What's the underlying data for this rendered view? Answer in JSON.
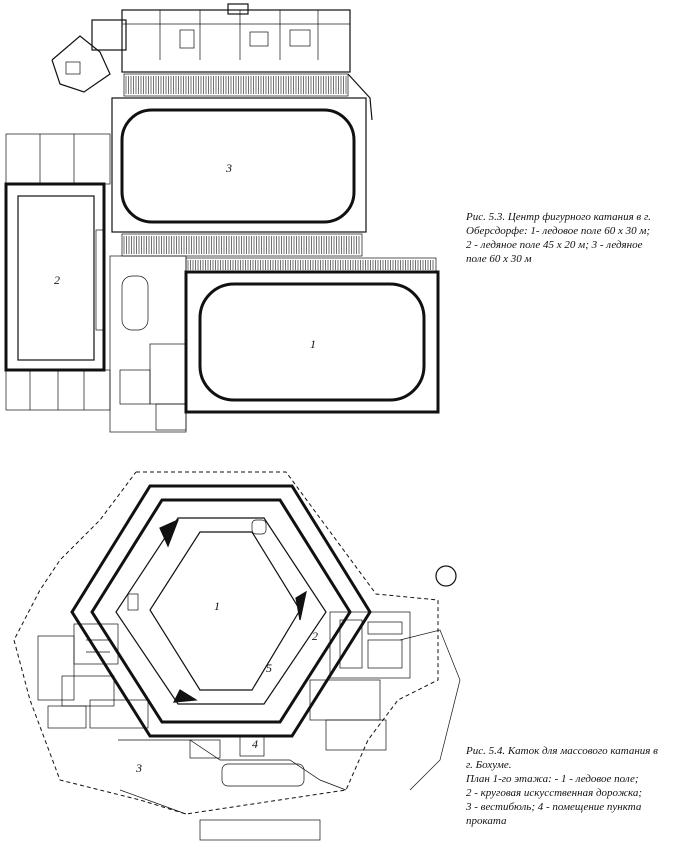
{
  "figure1": {
    "caption_lines": [
      "Рис. 5.3. Центр фигурного катания в г.",
      "Оберсдорфе: 1- ледовое поле 60 x 30 м;",
      "2 - ледяное поле 45 x 20 м; 3 - ледяное",
      "поле 60 x 30 м"
    ],
    "labels": [
      "1",
      "2",
      "3"
    ]
  },
  "figure2": {
    "caption_lines": [
      "Рис. 5.4. Каток для массового катания в",
      "г. Бохуме.",
      "План 1-го этажа: - 1 - ледовое поле;",
      "2 - круговая искусственная дорожка;",
      "3 - вестибюль; 4 - помещение пункта",
      "проката"
    ],
    "labels": [
      "1",
      "2",
      "3",
      "4",
      "5"
    ]
  }
}
